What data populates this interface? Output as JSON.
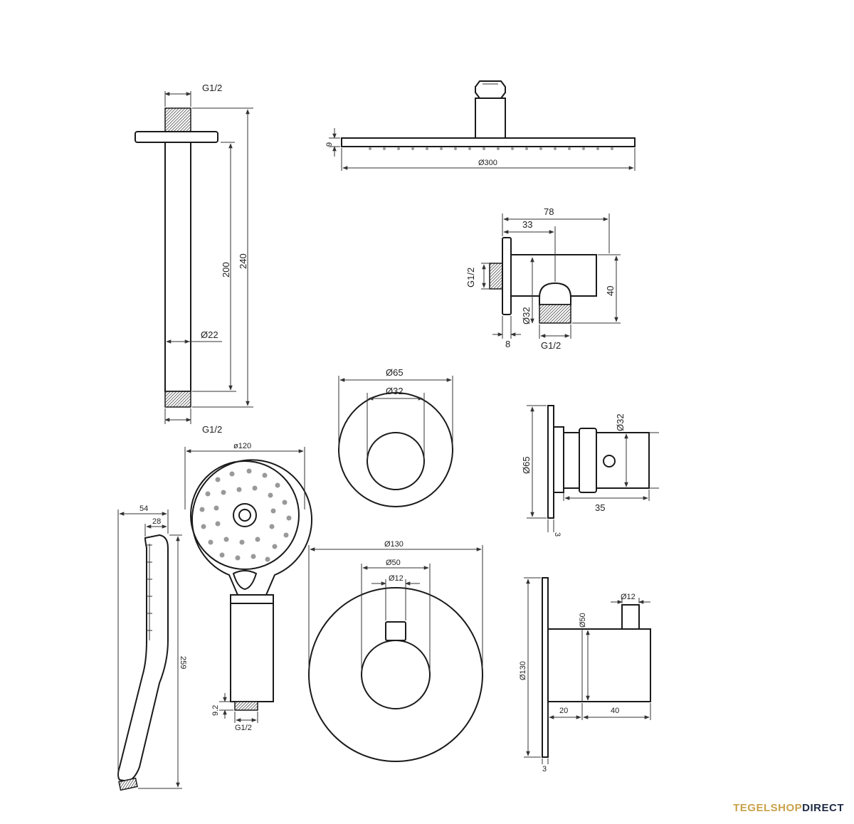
{
  "ceiling_arm": {
    "thread_top": "G1/2",
    "thread_bottom": "G1/2",
    "length_total": "240",
    "length_arm": "200",
    "diameter": "Ø22"
  },
  "rain_head": {
    "height": "9",
    "diameter": "Ø300"
  },
  "wall_outlet": {
    "depth_total": "78",
    "depth_center": "33",
    "thread_in": "G1/2",
    "diameter": "Ø32",
    "height": "40",
    "flange": "8",
    "thread_out": "G1/2"
  },
  "stop_valve_front": {
    "outer": "Ø65",
    "inner": "Ø32"
  },
  "stop_valve_side": {
    "height": "Ø65",
    "knob": "Ø32",
    "length": "35",
    "plate": "3"
  },
  "hand_shower": {
    "head_diameter": "ø120",
    "depth_total": "54",
    "depth_head": "28",
    "length": "259",
    "thread_len": "9.2",
    "thread": "G1/2"
  },
  "thermostat_front": {
    "outer": "Ø130",
    "rosette": "Ø50",
    "pin": "Ø12"
  },
  "thermostat_side": {
    "height": "Ø130",
    "body": "Ø50",
    "pin": "Ø12",
    "depth_a": "20",
    "depth_b": "40",
    "plate": "3"
  },
  "brand": {
    "part1": "TEGELSHOP",
    "part2": "DIRECT"
  }
}
